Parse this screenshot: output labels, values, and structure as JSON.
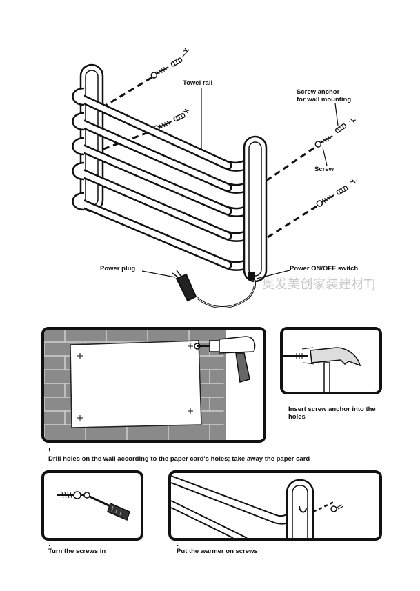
{
  "labels": {
    "towel_rail": "Towel rail",
    "screw_anchor_line1": "Screw anchor",
    "screw_anchor_line2": "for wall mounting",
    "screw": "Screw",
    "power_plug": "Power plug",
    "power_switch": "Power ON/OFF switch"
  },
  "watermark": "奥发美创家装建材TJ",
  "steps": [
    {
      "marker": "!",
      "caption": "Drill holes on the wall according to the paper card's holes; take away the paper card"
    },
    {
      "caption_line1": "Insert screw anchor into the",
      "caption_line2": "holes"
    },
    {
      "marker": ":",
      "caption": "Turn the screws in"
    },
    {
      "marker": ":",
      "caption": "Put the warmer on screws"
    }
  ]
}
